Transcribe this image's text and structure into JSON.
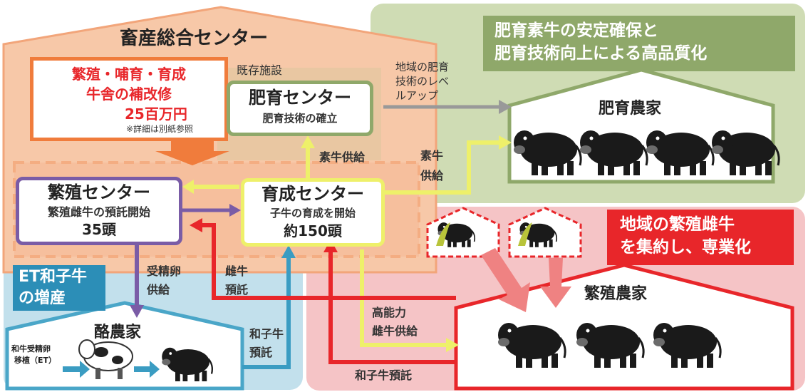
{
  "center_title": "畜産総合センター",
  "renovation": {
    "line1": "繁殖・哺育・育成",
    "line2": "牛舎の補改修",
    "cost": "25百万円",
    "note": "※詳細は別紙参照"
  },
  "existing_facility_label": "既存施設",
  "fattening_center": {
    "title": "肥育センター",
    "subtitle": "肥育技術の確立"
  },
  "breeding_center": {
    "title": "繁殖センター",
    "subtitle": "繁殖雌牛の預託開始",
    "count": "35頭"
  },
  "rearing_center": {
    "title": "育成センター",
    "subtitle": "子牛の育成を開始",
    "count": "約150頭"
  },
  "goal_fattening": {
    "line1": "肥育素牛の安定確保と",
    "line2": "肥育技術向上による高品質化"
  },
  "goal_breeding": {
    "line1": "地域の繁殖雌牛",
    "line2": "を集約し、専業化"
  },
  "et_label": {
    "line1": "ET和子牛",
    "line2": "の増産"
  },
  "farms": {
    "fattening": "肥育農家",
    "breeding": "繁殖農家",
    "dairy": "酪農家"
  },
  "flows": {
    "regional_levelup": [
      "地域の肥育",
      "技術のレベ",
      "ルアップ"
    ],
    "calf_supply_up": "素牛供給",
    "calf_supply_right": [
      "素牛",
      "供給"
    ],
    "embryo_supply": [
      "受精卵",
      "供給"
    ],
    "heifer_consign": [
      "雌牛",
      "預託"
    ],
    "wagyu_consign_dairy": [
      "和子牛",
      "預託"
    ],
    "high_perf_heifer": [
      "高能力",
      "雌牛供給"
    ],
    "wagyu_consign_bottom": "和子牛預託",
    "embryo_transfer": [
      "和牛受精卵",
      "移植（ET）"
    ]
  },
  "colors": {
    "orange_region": "#f7c8a8",
    "green_region": "#cfdcb4",
    "pink_region": "#f5c4c6",
    "blue_region": "#c2e0ec",
    "purple": "#7a5ca6",
    "yellow": "#eef06a",
    "red": "#e8262a",
    "green_dark": "#8fa86a"
  }
}
